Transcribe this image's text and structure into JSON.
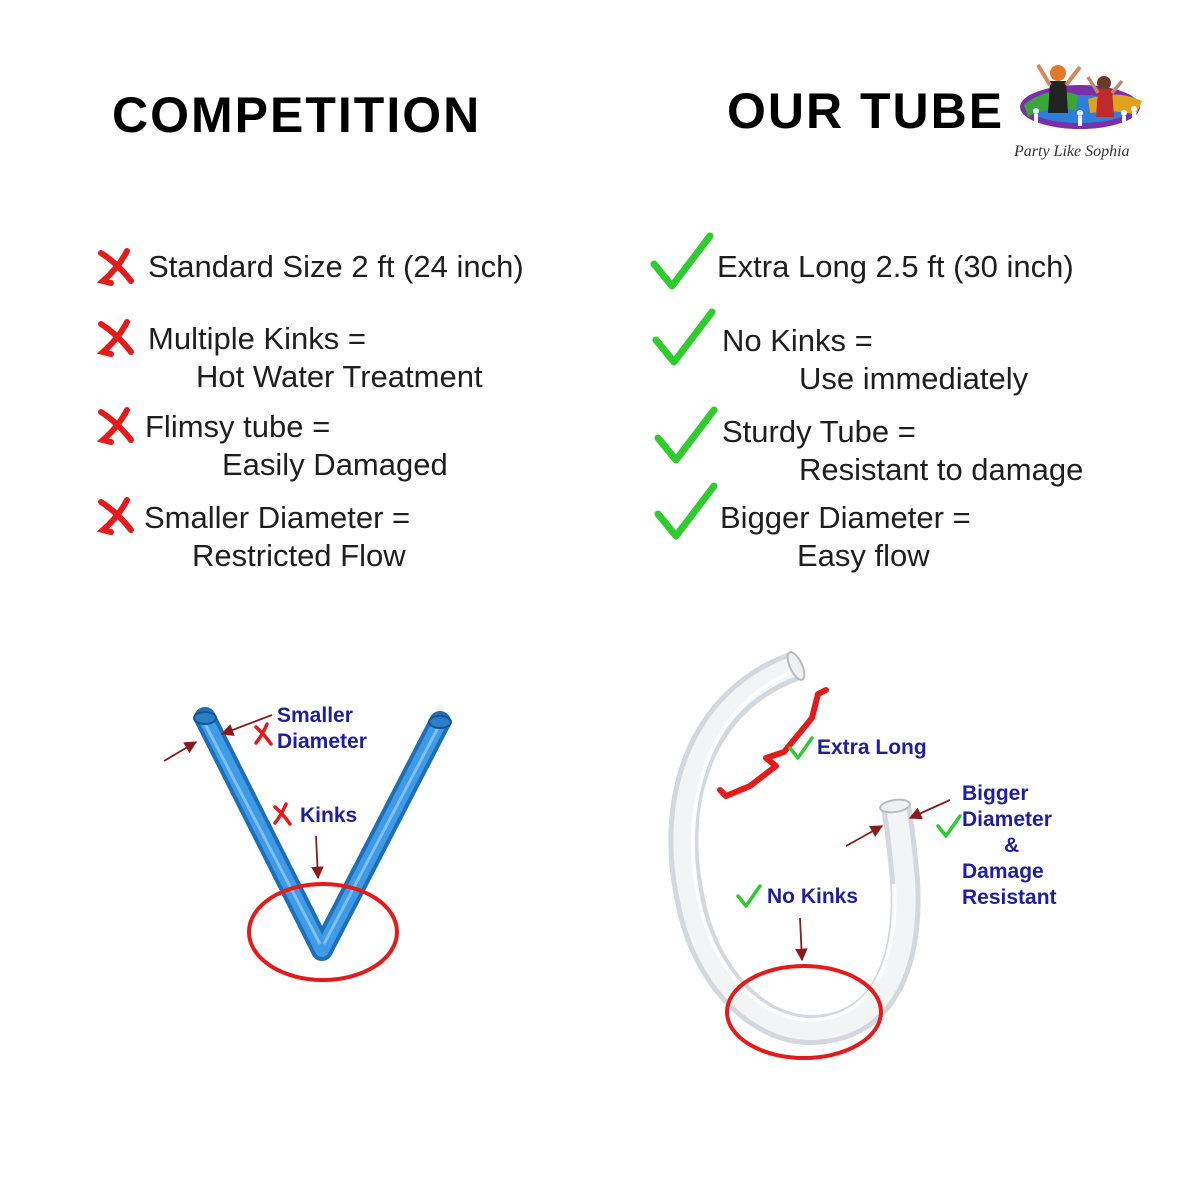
{
  "headings": {
    "competition": "COMPETITION",
    "ours": "OUR TUBE"
  },
  "brand": {
    "name": "Party Like Sophia",
    "logo_icon": "dancing-people-logo-icon"
  },
  "colors": {
    "cross": "#e31b1b",
    "check": "#2ecc2e",
    "annotation_text": "#1f1f9a",
    "arrow": "#8b1a1a",
    "circle": "#e31b1b",
    "competitor_tube": "#2f8fd8"
  },
  "competition": {
    "features": [
      {
        "line1": "Standard Size 2 ft (24 inch)",
        "line2": ""
      },
      {
        "line1": "Multiple Kinks =",
        "line2": "Hot Water Treatment"
      },
      {
        "line1": "Flimsy tube =",
        "line2": "Easily Damaged"
      },
      {
        "line1": "Smaller Diameter =",
        "line2": "Restricted Flow"
      }
    ],
    "annotations": {
      "diameter_line1": "Smaller",
      "diameter_line2": "Diameter",
      "kinks": "Kinks"
    }
  },
  "ours": {
    "features": [
      {
        "line1": "Extra Long 2.5 ft (30 inch)",
        "line2": ""
      },
      {
        "line1": "No Kinks =",
        "line2": "Use immediately"
      },
      {
        "line1": "Sturdy Tube  =",
        "line2": "Resistant to damage"
      },
      {
        "line1": "Bigger Diameter =",
        "line2": "Easy flow"
      }
    ],
    "annotations": {
      "extra_long": "Extra Long",
      "diameter_line1": "Bigger",
      "diameter_line2": "Diameter",
      "diameter_line3": "&",
      "diameter_line4": "Damage",
      "diameter_line5": "Resistant",
      "no_kinks": "No Kinks"
    }
  }
}
